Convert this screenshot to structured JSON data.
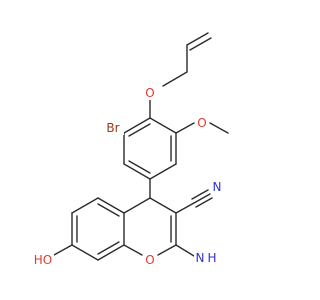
{
  "molecule": {
    "atoms": {
      "bromine": "Br",
      "ether_oxygen": "O",
      "methoxy_oxygen": "O",
      "ring_oxygen": "O",
      "nitrile_nitrogen": "N",
      "hydroxyl": "HO",
      "amino_h": "H",
      "amino_n": "N"
    },
    "colors": {
      "carbon_bond": "#2b2b2b",
      "oxygen": "#e23a2e",
      "nitrogen": "#2d33d6",
      "bromine": "#9a3b1e"
    }
  }
}
